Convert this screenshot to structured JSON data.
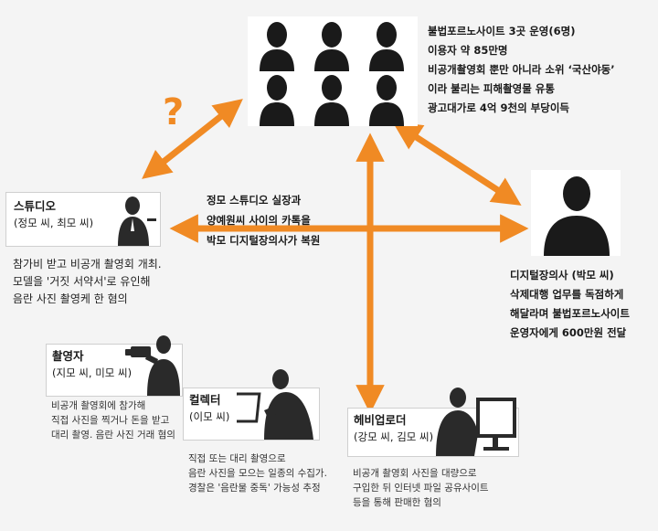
{
  "colors": {
    "accent": "#f08a24",
    "silhouette": "#1a1a1a"
  },
  "group": {
    "lines": [
      "불법포르노사이트 3곳 운영(6명)",
      "이용자 약 85만명",
      "비공개촬영회 뿐만 아니라 소위 ‘국산야동’",
      "이라 불리는 피해촬영물 유통",
      "광고대가로 4억 9천의 부당이득"
    ]
  },
  "question_mark": "?",
  "studio": {
    "title": "스튜디오",
    "subtitle": "(정모 씨, 최모 씨)",
    "desc": [
      "참가비 받고 비공개 촬영회 개최.",
      "모델을 '거짓 서약서'로 유인해",
      "음란 사진 촬영케 한 혐의"
    ]
  },
  "center_note": {
    "lines": [
      "정모 스튜디오 실장과",
      "양예원씨 사이의 카톡을",
      "박모 디지털장의사가 복원"
    ]
  },
  "digital": {
    "lines": [
      "디지털장의사 (박모 씨)",
      "삭제대행 업무를 독점하게",
      "해달라며 불법포르노사이트",
      "운영자에게 600만원 전달"
    ]
  },
  "photographer": {
    "title": "촬영자",
    "subtitle": "(지모 씨, 미모 씨)",
    "desc": [
      "비공개 촬영회에 참가해",
      "직접 사진을 찍거나 돈을 받고",
      "대리 촬영. 음란 사진 거래 혐의"
    ]
  },
  "collector": {
    "title": "컬렉터",
    "subtitle": "(이모 씨)",
    "desc": [
      "직접 또는 대리 촬영으로",
      "음란 사진을 모으는 일종의 수집가.",
      "경찰은 '음란물 중독' 가능성 추정"
    ]
  },
  "uploader": {
    "title": "헤비업로더",
    "subtitle": "(강모 씨, 김모 씨)",
    "desc": [
      "비공개 촬영회 사진을 대량으로",
      "구입한 뒤 인터넷 파일 공유사이트",
      "등을 통해 판매한 혐의"
    ]
  }
}
